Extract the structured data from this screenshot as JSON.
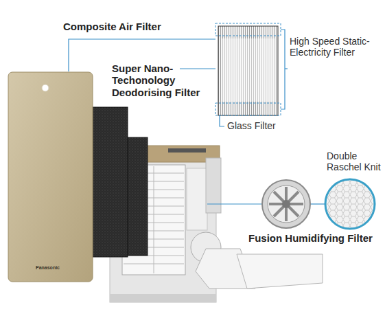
{
  "diagram": {
    "labels": [
      "Composite Air Filter",
      "Super Nano-Techonology Deodorising Filter",
      "High Speed Static-Electricity Filter",
      "Glass Filter",
      "Double Raschel Knit",
      "Fusion Humidifying Filter",
      "Panasonic"
    ]
  }
}
